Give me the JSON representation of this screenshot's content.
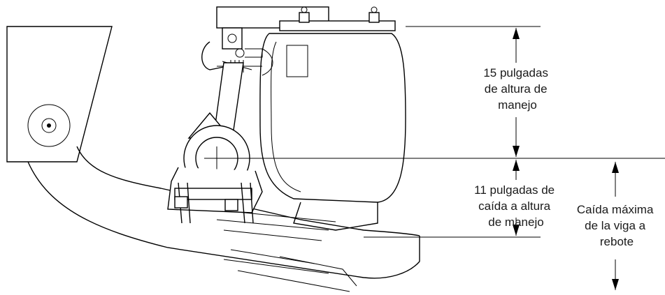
{
  "labels": {
    "ride_height": [
      "15 pulgadas",
      "de altura de",
      "manejo"
    ],
    "drop_to_ride": [
      "11 pulgadas de",
      "caída a altura",
      "de manejo"
    ],
    "max_drop": [
      "Caída máxima",
      "de la viga a",
      "rebote"
    ]
  }
}
